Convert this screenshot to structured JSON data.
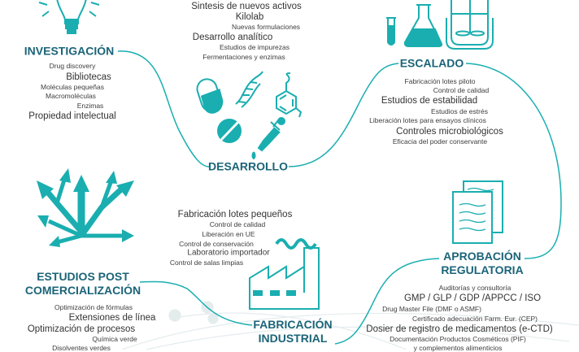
{
  "colors": {
    "accent": "#1aaeb0",
    "heading": "#1b6478",
    "text": "#3d3d3d"
  },
  "desarrollo_items": [
    "Sintesis de nuevos activos",
    "Kilolab",
    "Nuevas formulaciones",
    "Desarrollo analítico",
    "Estudios de impurezas",
    "Fermentaciones y enzimas"
  ],
  "investigacion": {
    "title": "INVESTIGACIÓN",
    "items": [
      "Drug discovery",
      "Bibliotecas",
      "Moléculas pequeñas",
      "Macromoléculas",
      "Enzimas",
      "Propiedad intelectual"
    ]
  },
  "desarrollo": {
    "title": "DESARROLLO"
  },
  "escalado": {
    "title": "ESCALADO",
    "items": [
      "Fabricación lotes piloto",
      "Control de calidad",
      "Estudios de estabilidad",
      "Estudios de estrés",
      "Liberación lotes para ensayos clínicos",
      "Controles microbiológicos",
      "Eficacia del poder conservante"
    ]
  },
  "post": {
    "title1": "ESTUDIOS POST",
    "title2": "COMERCIALIZACIÓN",
    "items": [
      "Optimización de fórmulas",
      "Extensiones de línea",
      "Optimización de procesos",
      "Química verde",
      "Disolventes verdes"
    ]
  },
  "fabricacion": {
    "title1": "FABRICACIÓN",
    "title2": "INDUSTRIAL",
    "items": [
      "Fabricación lotes pequeños",
      "Control de calidad",
      "Liberación en UE",
      "Control de conservación",
      "Laboratorio importador",
      "Control de salas limpias"
    ]
  },
  "aprobacion": {
    "title1": "APROBACIÓN",
    "title2": "REGULATORIA",
    "items": [
      "Auditorías y consultoría",
      "GMP / GLP / GDP /APPCC / ISO",
      "Drug Master File (DMF o ASMF)",
      "Certificado adecuación Farm. Eur. (CEP)",
      "Dosier de registro de medicamentos (e-CTD)",
      "Documentación Productos Cosméticos (PIF)",
      "y complementos alimenticios"
    ]
  }
}
